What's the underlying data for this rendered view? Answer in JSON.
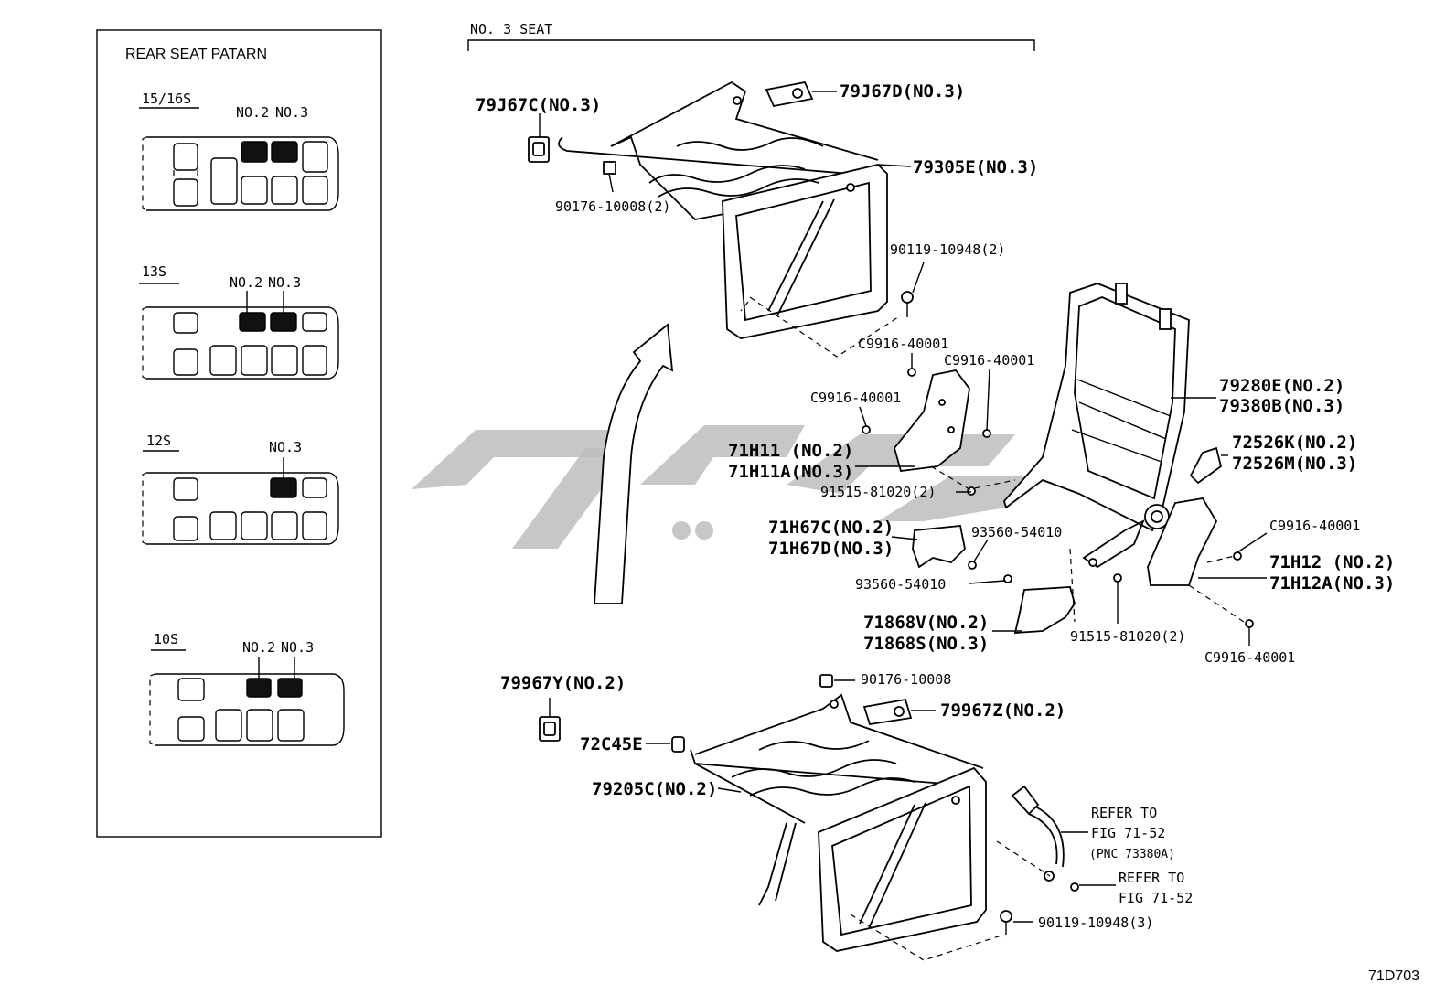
{
  "diagram_id": "71D703",
  "section_title": "NO. 3 SEAT",
  "pattern_box": {
    "title": "REAR SEAT PATARN",
    "configs": [
      {
        "name": "15/16S",
        "labels": [
          "NO.2",
          "NO.3"
        ]
      },
      {
        "name": "13S",
        "labels": [
          "NO.2",
          "NO.3"
        ]
      },
      {
        "name": "12S",
        "labels": [
          "NO.3"
        ]
      },
      {
        "name": "10S",
        "labels": [
          "NO.2",
          "NO.3"
        ]
      }
    ]
  },
  "callouts": {
    "c79J67C": "79J67C(NO.3)",
    "c79J67D": "79J67D(NO.3)",
    "c79305E": "79305E(NO.3)",
    "c90176_2": "90176-10008(2)",
    "c90119_2": "90119-10948(2)",
    "cC9916_a": "C9916-40001",
    "cC9916_b": "C9916-40001",
    "cC9916_c": "C9916-40001",
    "cC9916_d": "C9916-40001",
    "cC9916_e": "C9916-40001",
    "c79280E": "79280E(NO.2)",
    "c79380B": "79380B(NO.3)",
    "c72526K": "72526K(NO.2)",
    "c72526M": "72526M(NO.3)",
    "c71H11": "71H11 (NO.2)",
    "c71H11A": "71H11A(NO.3)",
    "c91515_a": "91515-81020(2)",
    "c91515_b": "91515-81020(2)",
    "c71H67C": "71H67C(NO.2)",
    "c71H67D": "71H67D(NO.3)",
    "c93560_a": "93560-54010",
    "c93560_b": "93560-54010",
    "c71H12": "71H12 (NO.2)",
    "c71H12A": "71H12A(NO.3)",
    "c71868V": "71868V(NO.2)",
    "c71868S": "71868S(NO.3)",
    "c79967Y": "79967Y(NO.2)",
    "c90176_1": "90176-10008",
    "c79967Z": "79967Z(NO.2)",
    "c72C45E": "72C45E",
    "c79205C": "79205C(NO.2)",
    "ref1_a": "REFER TO",
    "ref1_b": "FIG 71-52",
    "ref1_c": "(PNC 73380A)",
    "ref2_a": "REFER TO",
    "ref2_b": "FIG 71-52",
    "c90119_3": "90119-10948(3)"
  }
}
